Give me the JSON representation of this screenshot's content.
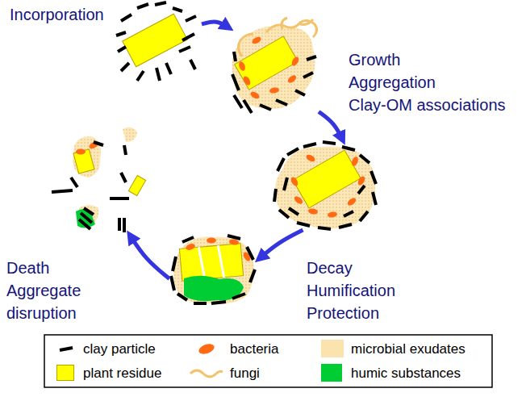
{
  "diagram": {
    "nodes": [
      {
        "text": [
          "Incorporation"
        ]
      },
      {
        "text": [
          "Growth",
          "Aggregation",
          "Clay-OM associations"
        ]
      },
      {},
      {
        "text": [
          "Decay",
          "Humification",
          "Protection"
        ]
      },
      {
        "text": [
          "Death",
          "Aggregate",
          "disruption"
        ]
      }
    ],
    "edges": [
      {
        "from": 0,
        "to": 1,
        "arrow": "to"
      },
      {
        "from": 1,
        "to": 2,
        "arrow": "to"
      },
      {
        "from": 2,
        "to": 3,
        "arrow": "to"
      },
      {
        "from": 3,
        "to": 4,
        "arrow": "to"
      }
    ],
    "legend": [
      {
        "text": "clay particle"
      },
      {
        "text": "bacteria",
        "color": "#ff6a13"
      },
      {
        "text": "microbial exudates",
        "color": "#fbe3ae"
      },
      {
        "text": "plant residue",
        "color": "#ffff00"
      },
      {
        "text": "fungi"
      },
      {
        "text": "humic substances",
        "color": "#00cc33"
      }
    ]
  }
}
